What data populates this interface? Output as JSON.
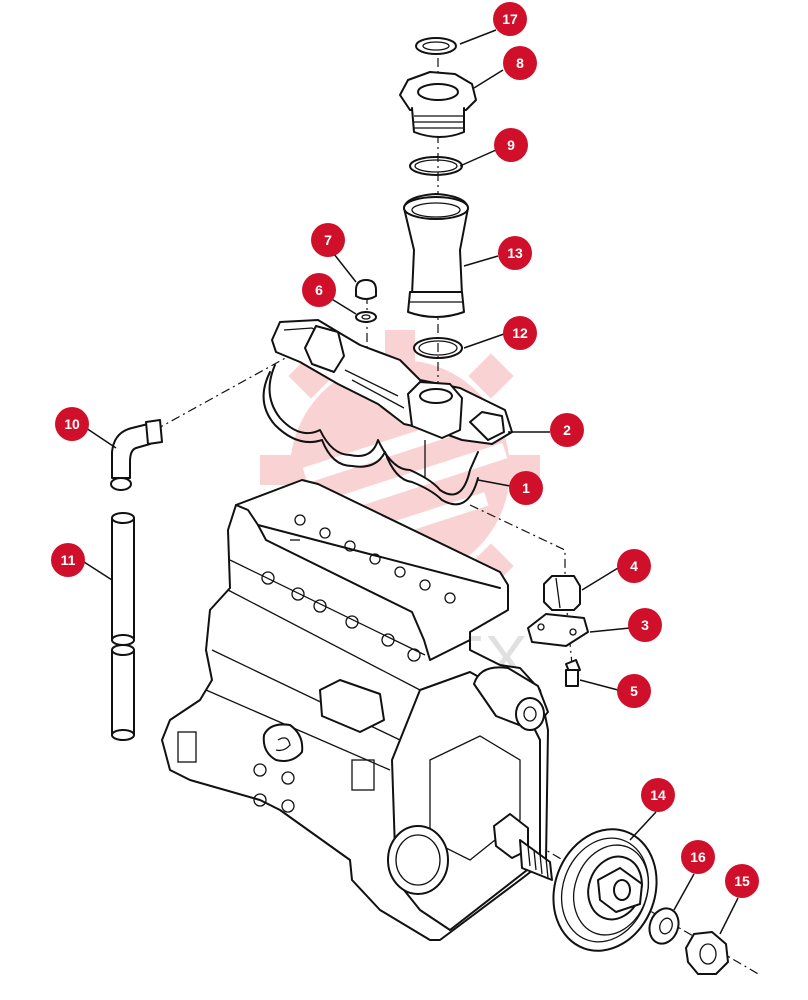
{
  "watermark": {
    "text": "ИРПТЕХ",
    "color": "#f2a0a0"
  },
  "callout_color": "#d0102a",
  "callouts": [
    {
      "id": "17",
      "label": "17"
    },
    {
      "id": "8",
      "label": "8"
    },
    {
      "id": "9",
      "label": "9"
    },
    {
      "id": "13",
      "label": "13"
    },
    {
      "id": "7",
      "label": "7"
    },
    {
      "id": "6",
      "label": "6"
    },
    {
      "id": "12",
      "label": "12"
    },
    {
      "id": "10",
      "label": "10"
    },
    {
      "id": "2",
      "label": "2"
    },
    {
      "id": "1",
      "label": "1"
    },
    {
      "id": "11",
      "label": "11"
    },
    {
      "id": "4",
      "label": "4"
    },
    {
      "id": "3",
      "label": "3"
    },
    {
      "id": "5",
      "label": "5"
    },
    {
      "id": "14",
      "label": "14"
    },
    {
      "id": "16",
      "label": "16"
    },
    {
      "id": "15",
      "label": "15"
    }
  ]
}
